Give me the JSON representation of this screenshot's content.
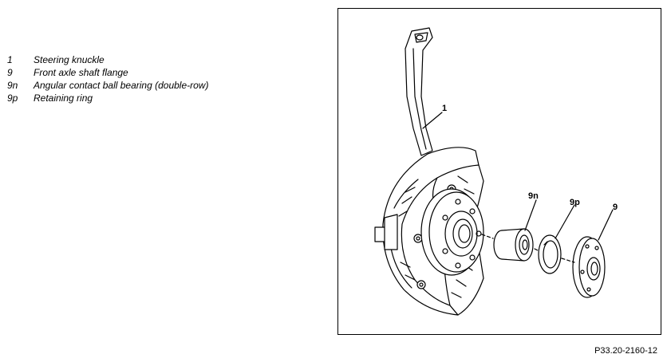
{
  "legend": [
    {
      "num": "1",
      "text": "Steering knuckle"
    },
    {
      "num": "9",
      "text": "Front axle shaft flange"
    },
    {
      "num": "9n",
      "text": "Angular contact ball bearing (double-row)"
    },
    {
      "num": "9p",
      "text": "Retaining ring"
    }
  ],
  "figure": {
    "callouts": {
      "knuckle": "1",
      "bearing": "9n",
      "ring": "9p",
      "flange": "9"
    },
    "code": "P33.20-2160-12"
  },
  "colors": {
    "line": "#000000",
    "background": "#ffffff"
  }
}
